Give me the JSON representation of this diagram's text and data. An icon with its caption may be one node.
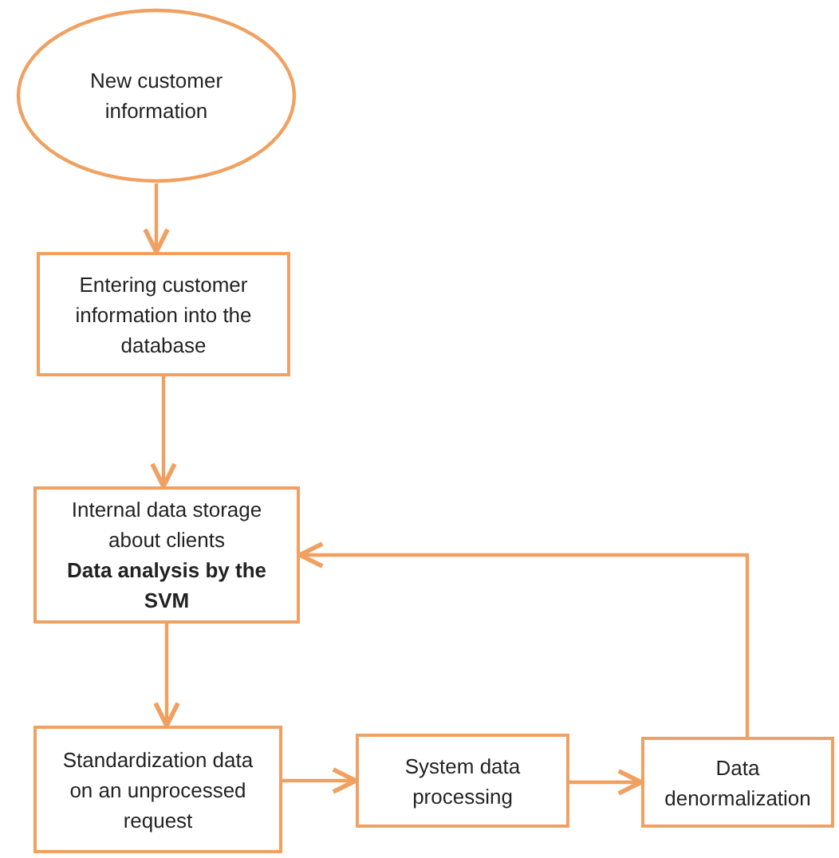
{
  "diagram": {
    "nodes": [
      {
        "text": [
          "New customer information"
        ]
      },
      {
        "text": [
          "Entering customer information into the database"
        ]
      },
      {
        "text": [
          "Internal data storage about clients",
          "Data analysis by the SVM"
        ]
      },
      {
        "text": [
          "Standardization data on an unprocessed request"
        ]
      },
      {
        "text": [
          "System data processing"
        ]
      },
      {
        "text": [
          "Data denormalization"
        ]
      }
    ],
    "edges": [
      {
        "from": 0,
        "to": 1,
        "arrow": "to"
      },
      {
        "from": 1,
        "to": 2,
        "arrow": "to"
      },
      {
        "from": 2,
        "to": 3,
        "arrow": "to"
      },
      {
        "from": 3,
        "to": 4,
        "arrow": "to"
      },
      {
        "from": 4,
        "to": 5,
        "arrow": "to"
      },
      {
        "from": 5,
        "to": 2,
        "arrow": "to"
      }
    ]
  }
}
